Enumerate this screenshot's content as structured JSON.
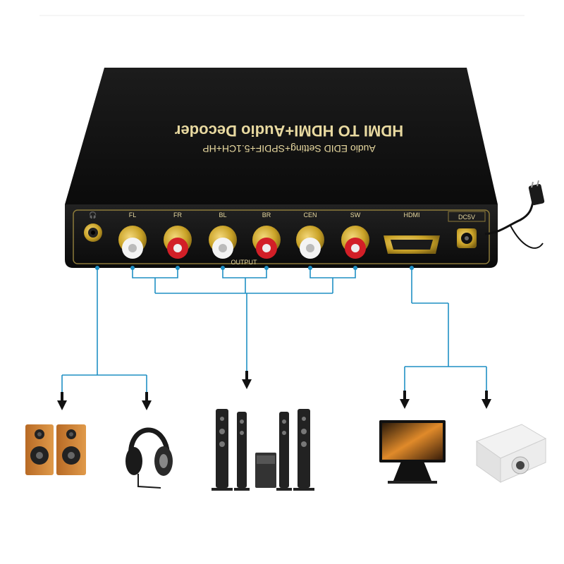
{
  "device": {
    "title": "HDMI TO HDMI+Audio Decoder",
    "subtitle": "Audio EDID Setting+SPDIF+5.1CH+HP",
    "port_labels": [
      "FL",
      "FR",
      "BL",
      "BR",
      "CEN",
      "SW"
    ],
    "hdmi_label": "HDMI",
    "dc_label": "DC5V",
    "output_label": "OUTPUT"
  },
  "colors": {
    "device_body": "#121212",
    "gold": "#c9a227",
    "connector_red": "#d21f27",
    "connector_white": "#f4f4f4",
    "wire": "#1f8fc4"
  },
  "outputs": {
    "left_group": [
      "bookshelf-speakers-icon",
      "headphones-icon"
    ],
    "center_group": [
      "home-theater-speakers-icon"
    ],
    "right_group": [
      "tv-icon",
      "projector-icon"
    ]
  }
}
